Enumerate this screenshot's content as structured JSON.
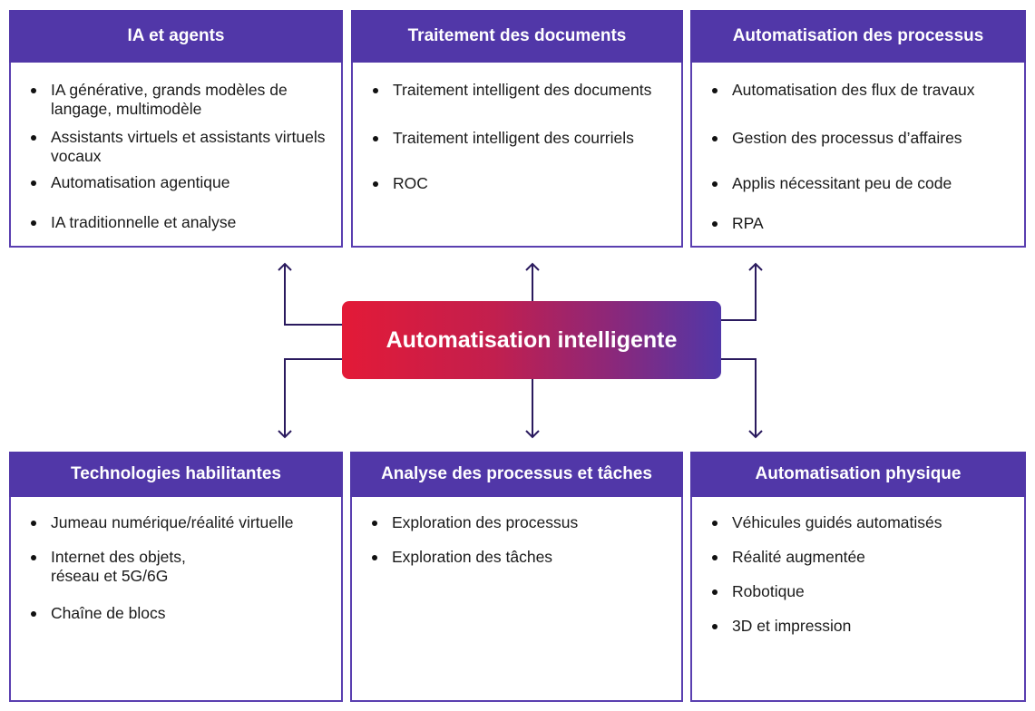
{
  "center": {
    "title": "Automatisation intelligente"
  },
  "colors": {
    "header": "#5137a8",
    "border": "#5a3fb0",
    "connector": "#2a1a5e",
    "gradient_start": "#e31a37",
    "gradient_end": "#5137a8"
  },
  "top_boxes": [
    {
      "title": "IA et agents",
      "items": [
        "IA générative, grands modèles de langage, multimodèle",
        "Assistants virtuels et assistants virtuels vocaux",
        "Automatisation agentique",
        "IA traditionnelle et analyse"
      ]
    },
    {
      "title": "Traitement des documents",
      "items": [
        "Traitement intelligent des documents",
        "Traitement intelligent des courriels",
        "ROC"
      ]
    },
    {
      "title": "Automatisation des processus",
      "items": [
        "Automatisation des flux de travaux",
        "Gestion des processus d’affaires",
        "Applis nécessitant peu de code",
        "RPA"
      ]
    }
  ],
  "bottom_boxes": [
    {
      "title": "Technologies habilitantes",
      "items": [
        "Jumeau numérique/réalité virtuelle",
        "Internet des objets, réseau et 5G/6G",
        "Chaîne de blocs"
      ]
    },
    {
      "title": "Analyse des processus et tâches",
      "items": [
        "Exploration des processus",
        "Exploration des tâches"
      ]
    },
    {
      "title": "Automatisation physique",
      "items": [
        "Véhicules guidés automatisés",
        "Réalité augmentée",
        "Robotique",
        "3D et impression"
      ]
    }
  ]
}
